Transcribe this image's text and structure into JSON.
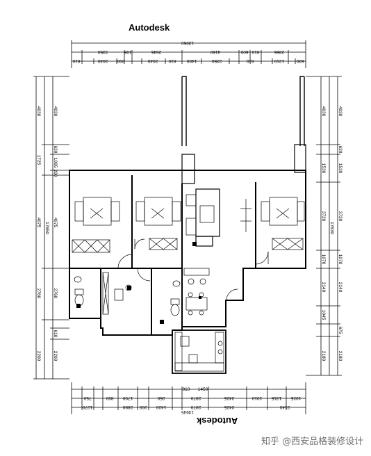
{
  "titles": {
    "top": "Autodesk",
    "bottom": "Autodesk"
  },
  "watermark": "知乎 @西安品格装修设计",
  "dimensions": {
    "top_total": "13950",
    "top_row1": [
      "3350",
      "195",
      "2845",
      "4150",
      "600",
      "810",
      "2855"
    ],
    "top_row2": [
      "810",
      "2040",
      "200",
      "2040",
      "810",
      "1400",
      "2350",
      "810",
      "1210",
      "630"
    ],
    "bottom_total": "13945",
    "bottom_row1": [
      "910",
      "1450"
    ],
    "bottom_row2": [
      "750",
      "890",
      "1790",
      "250",
      "2870",
      "2425",
      "1910",
      "1315",
      "1025"
    ],
    "bottom_row3": [
      "1270",
      "2880",
      "200",
      "1420",
      "2870",
      "2425",
      "2140"
    ],
    "left_outer": [
      "4030",
      "1725",
      "4975",
      "2760",
      "2200"
    ],
    "left_total": "17650",
    "left_inner": [
      "4030",
      "630",
      "1095",
      "200",
      "4975",
      "2760",
      "610",
      "2200"
    ],
    "right_outer": [
      "4030",
      "1530",
      "3720",
      "1070",
      "2140",
      "1045",
      "2180"
    ],
    "right_total": "17630",
    "right_inner": [
      "4030",
      "630",
      "1530",
      "3720",
      "1070",
      "2140",
      "675",
      "2180"
    ]
  }
}
